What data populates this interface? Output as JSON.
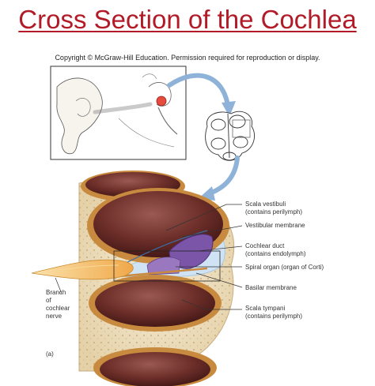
{
  "title": "Cross Section of the Cochlea",
  "copyright": "Copyright © McGraw-Hill Education. Permission required for reproduction or display.",
  "labels": {
    "scala_vestibuli": "Scala vestibuli",
    "scala_vestibuli_sub": "(contains perilymph)",
    "vestibular_membrane": "Vestibular membrane",
    "cochlear_duct": "Cochlear duct",
    "cochlear_duct_sub": "(contains endolymph)",
    "spiral_organ": "Spiral organ (organ of Corti)",
    "basilar_membrane": "Basilar membrane",
    "scala_tympani": "Scala tympani",
    "scala_tympani_sub": "(contains perilymph)",
    "branch_1": "Branch",
    "branch_2": "of",
    "branch_3": "cochlear",
    "branch_4": "nerve",
    "panel": "(a)"
  },
  "colors": {
    "title": "#b21a27",
    "arrow": "#8fb3d8",
    "bone": "#efe3c8",
    "chamber": "#6e2f2a",
    "rim": "#c88a3e",
    "endolymph": "#cfe3f4",
    "organ": "#7b56a8",
    "nerve": "#f2b75a"
  }
}
